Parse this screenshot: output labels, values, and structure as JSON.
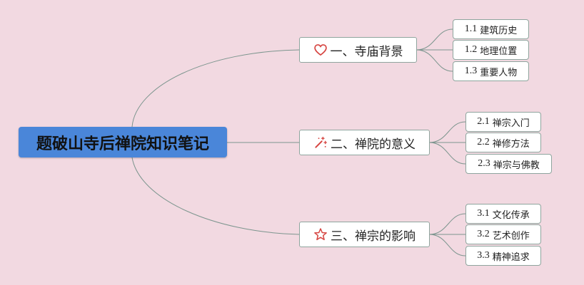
{
  "root": {
    "title": "题破山寺后禅院知识笔记"
  },
  "branches": [
    {
      "icon": "heart-icon",
      "label": "一、寺庙背景",
      "children": [
        {
          "num": "1.1",
          "label": "建筑历史"
        },
        {
          "num": "1.2",
          "label": "地理位置"
        },
        {
          "num": "1.3",
          "label": "重要人物"
        }
      ]
    },
    {
      "icon": "magic-wand-icon",
      "label": "二、禅院的意义",
      "children": [
        {
          "num": "2.1",
          "label": "禅宗入门"
        },
        {
          "num": "2.2",
          "label": "禅修方法"
        },
        {
          "num": "2.3",
          "label": "禅宗与佛教"
        }
      ]
    },
    {
      "icon": "star-icon",
      "label": "三、禅宗的影响",
      "children": [
        {
          "num": "3.1",
          "label": "文化传承"
        },
        {
          "num": "3.2",
          "label": "艺术创作"
        },
        {
          "num": "3.3",
          "label": "精神追求"
        }
      ]
    }
  ],
  "colors": {
    "background": "#f2d9e1",
    "root": "#4a86d9",
    "link": "#7c958e",
    "icon": "#d64541"
  }
}
